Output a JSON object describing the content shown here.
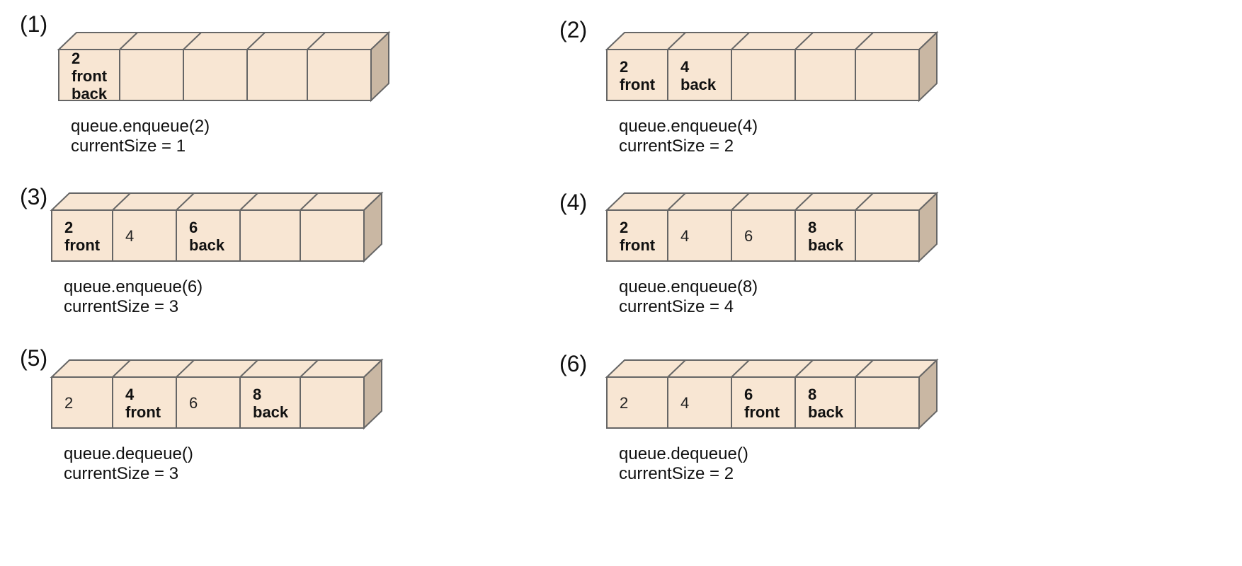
{
  "panels": [
    {
      "id": "1",
      "label": "(1)",
      "operation": "queue.enqueue(2)",
      "current_size": "currentSize = 1",
      "cells": [
        [
          "2",
          "front",
          "back"
        ],
        [],
        [],
        [],
        []
      ],
      "bold_cells": [
        0
      ]
    },
    {
      "id": "2",
      "label": "(2)",
      "operation": "queue.enqueue(4)",
      "current_size": "currentSize = 2",
      "cells": [
        [
          "2",
          "front"
        ],
        [
          "4",
          "back"
        ],
        [],
        [],
        []
      ],
      "bold_cells": [
        0,
        1
      ]
    },
    {
      "id": "3",
      "label": "(3)",
      "operation": "queue.enqueue(6)",
      "current_size": "currentSize = 3",
      "cells": [
        [
          "2",
          "front"
        ],
        [
          "4"
        ],
        [
          "6",
          "back"
        ],
        [],
        []
      ],
      "bold_cells": [
        0,
        2
      ]
    },
    {
      "id": "4",
      "label": "(4)",
      "operation": "queue.enqueue(8)",
      "current_size": "currentSize = 4",
      "cells": [
        [
          "2",
          "front"
        ],
        [
          "4"
        ],
        [
          "6"
        ],
        [
          "8",
          "back"
        ],
        []
      ],
      "bold_cells": [
        0,
        3
      ]
    },
    {
      "id": "5",
      "label": "(5)",
      "operation": "queue.dequeue()",
      "current_size": "currentSize = 3",
      "cells": [
        [
          "2"
        ],
        [
          "4",
          "front"
        ],
        [
          "6"
        ],
        [
          "8",
          "back"
        ],
        []
      ],
      "bold_cells": [
        1,
        3
      ]
    },
    {
      "id": "6",
      "label": "(6)",
      "operation": "queue.dequeue()",
      "current_size": "currentSize = 2",
      "cells": [
        [
          "2"
        ],
        [
          "4"
        ],
        [
          "6",
          "front"
        ],
        [
          "8",
          "back"
        ],
        []
      ],
      "bold_cells": [
        2,
        3
      ]
    }
  ],
  "colors": {
    "front_face": "#F8E6D3",
    "top_face": "#F8E6D3",
    "side_face": "#C9B7A3",
    "outline": "#666666",
    "text": "#111111"
  }
}
